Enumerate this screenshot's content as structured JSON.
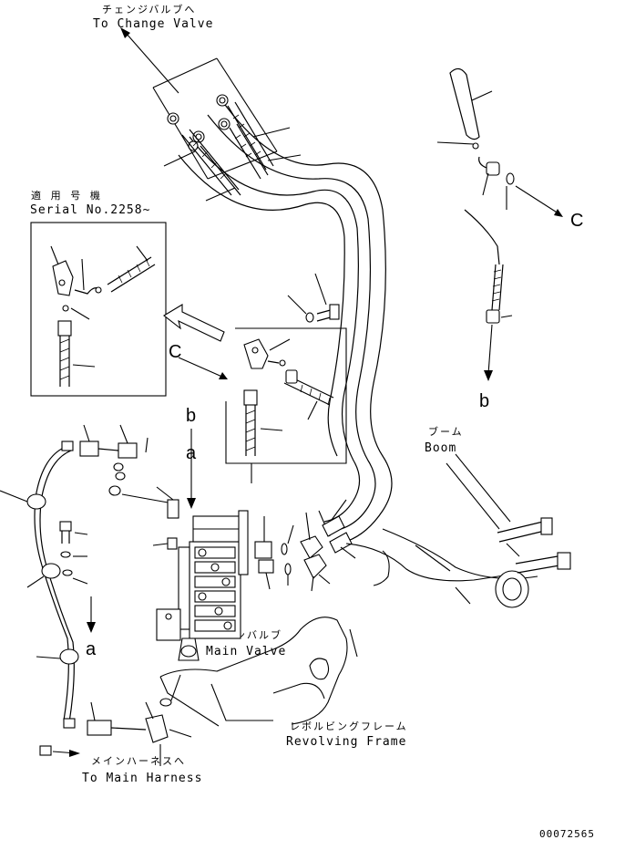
{
  "labels": {
    "change_valve_jp": "チェンジバルブへ",
    "change_valve_en": "To Change Valve",
    "serial_jp": "適 用 号 機",
    "serial_en": "Serial No.2258~",
    "boom_jp": "ブーム",
    "boom_en": "Boom",
    "main_valve_jp": "メインバルブ",
    "main_valve_en": "Main Valve",
    "revolving_frame_jp": "レボルビングフレーム",
    "revolving_frame_en": "Revolving Frame",
    "main_harness_jp": "メインハーネスへ",
    "main_harness_en": "To Main Harness",
    "drawing_number": "00072565"
  },
  "callouts": {
    "c_upper_right": "C",
    "c_detail": "C",
    "b_right": "b",
    "b_center": "b",
    "a_center": "a",
    "a_left": "a"
  }
}
